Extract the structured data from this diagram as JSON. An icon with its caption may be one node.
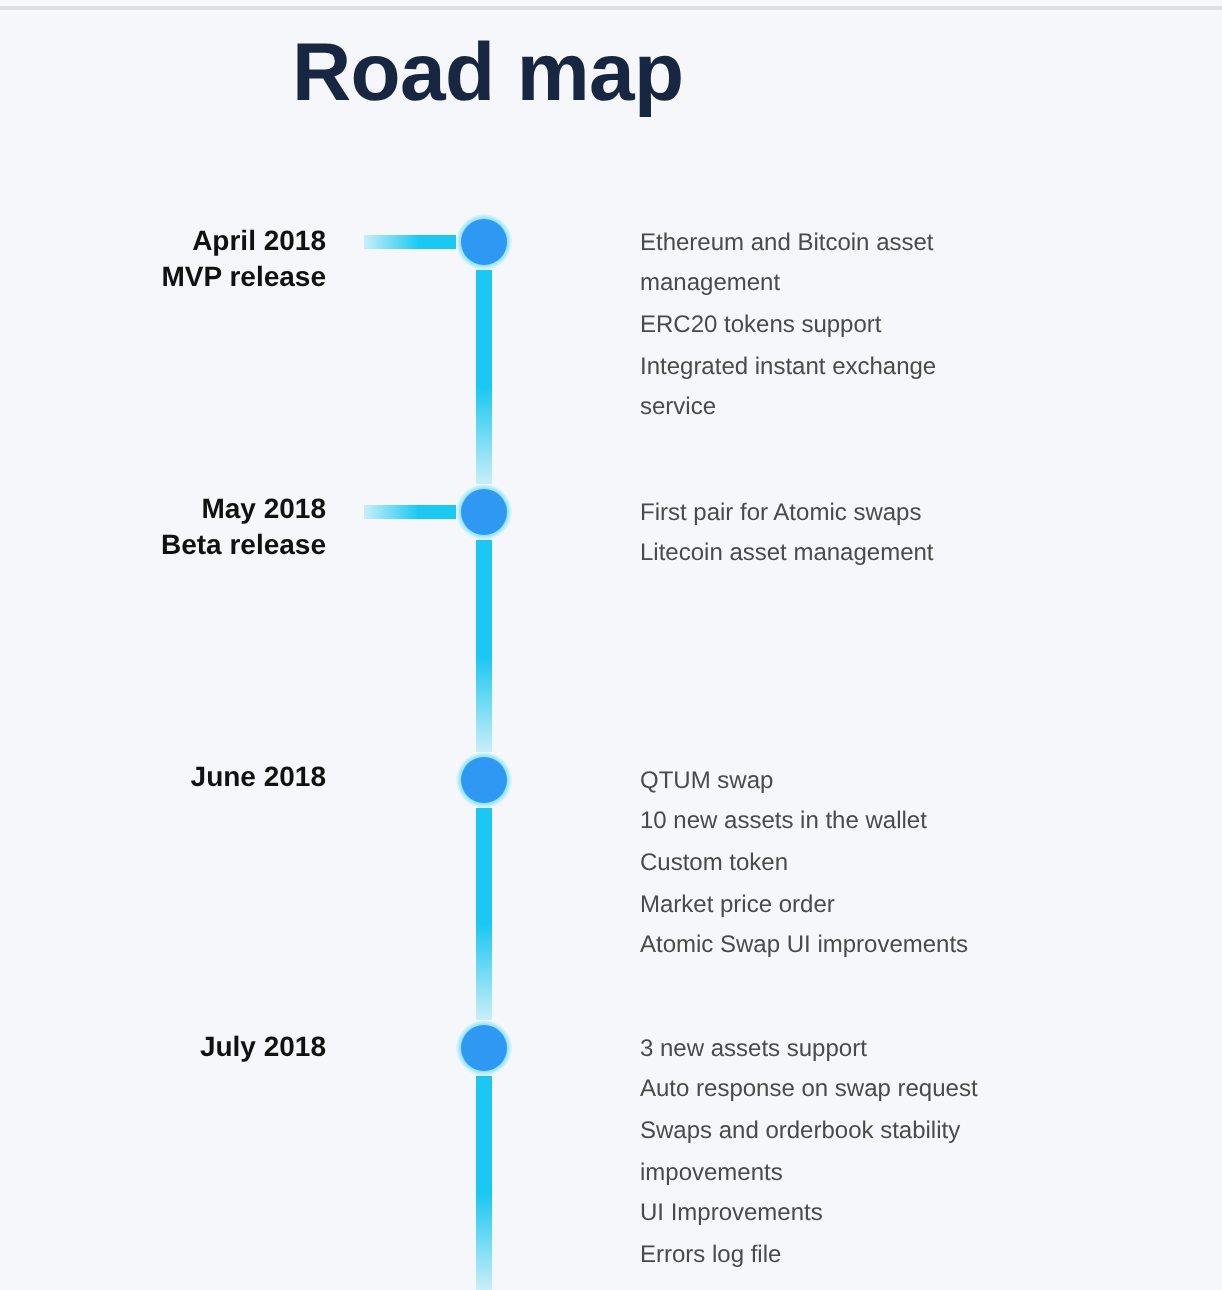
{
  "diagram": {
    "title": "Road map",
    "nodes": [
      {
        "text": [
          "April 2018",
          "MVP release"
        ]
      },
      {
        "text": [],
        "shape": "circle",
        "beside": [
          "Ethereum and Bitcoin asset management",
          "ERC20 tokens support",
          "Integrated instant exchange service"
        ]
      },
      {
        "text": [
          "May 2018",
          "Beta release"
        ]
      },
      {
        "text": [],
        "shape": "circle",
        "beside": [
          "First pair for Atomic swaps",
          "Litecoin asset management"
        ]
      },
      {
        "text": [
          "June 2018"
        ]
      },
      {
        "text": [],
        "shape": "circle",
        "beside": [
          "QTUM swap",
          "10 new assets in the wallet",
          "Custom token",
          "Market price order",
          "Atomic Swap UI improvements"
        ]
      },
      {
        "text": [
          "July 2018"
        ]
      },
      {
        "text": [],
        "shape": "circle",
        "beside": [
          "3 new assets support",
          "Auto response on swap request",
          "Swaps and orderbook stability impovements",
          "UI Improvements",
          "Errors log file"
        ]
      }
    ],
    "edges": [
      {
        "from": 0,
        "to": 1,
        "arrow": "none"
      },
      {
        "from": 2,
        "to": 3,
        "arrow": "none"
      },
      {
        "from": 1,
        "to": 3,
        "arrow": "none"
      },
      {
        "from": 3,
        "to": 5,
        "arrow": "none"
      },
      {
        "from": 5,
        "to": 7,
        "arrow": "none"
      },
      {
        "from": 7,
        "to": null,
        "arrow": "none"
      }
    ]
  }
}
